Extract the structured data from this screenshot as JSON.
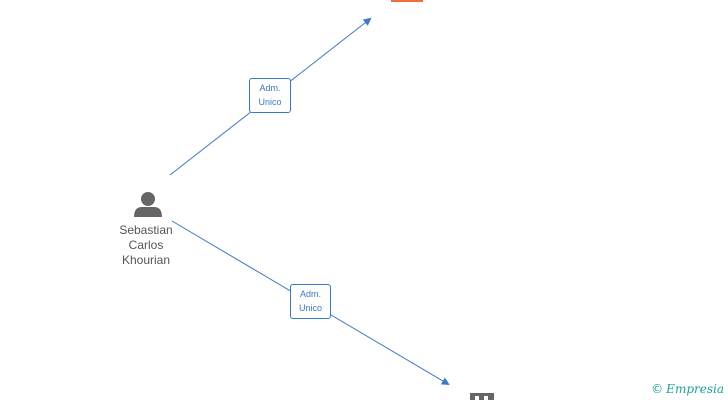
{
  "person": {
    "name_lines": [
      "Sebastian",
      "Carlos",
      "Khourian"
    ],
    "icon": "person-icon"
  },
  "edges": [
    {
      "role_lines": [
        "Adm.",
        "Unico"
      ],
      "target_icon": "company-icon"
    },
    {
      "role_lines": [
        "Adm.",
        "Unico"
      ],
      "target_icon": "building-icon"
    }
  ],
  "watermark": {
    "copyright_symbol": "©",
    "brand_initial": "E",
    "brand_rest": "mpresia"
  },
  "colors": {
    "edge": "#3a78c9",
    "person_icon": "#666666",
    "company_top": "#f26b3a",
    "building": "#666666",
    "brand": "#1aa394"
  }
}
